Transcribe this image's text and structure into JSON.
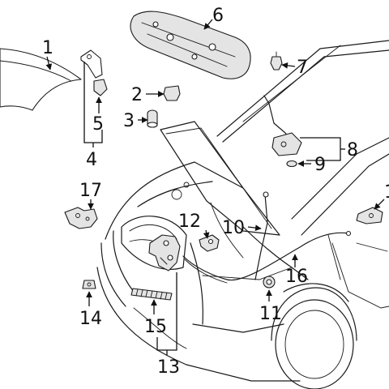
{
  "diagram": {
    "callouts": [
      {
        "id": "c1",
        "label": "1"
      },
      {
        "id": "c2",
        "label": "2"
      },
      {
        "id": "c3",
        "label": "3"
      },
      {
        "id": "c4",
        "label": "4"
      },
      {
        "id": "c5",
        "label": "5"
      },
      {
        "id": "c6",
        "label": "6"
      },
      {
        "id": "c7",
        "label": "7"
      },
      {
        "id": "c8",
        "label": "8"
      },
      {
        "id": "c9",
        "label": "9"
      },
      {
        "id": "c10",
        "label": "10"
      },
      {
        "id": "c11",
        "label": "11"
      },
      {
        "id": "c12",
        "label": "12"
      },
      {
        "id": "c13",
        "label": "13"
      },
      {
        "id": "c14",
        "label": "14"
      },
      {
        "id": "c15",
        "label": "15"
      },
      {
        "id": "c16",
        "label": "16"
      },
      {
        "id": "c17",
        "label": "17"
      },
      {
        "id": "c18",
        "label": "1"
      }
    ]
  }
}
